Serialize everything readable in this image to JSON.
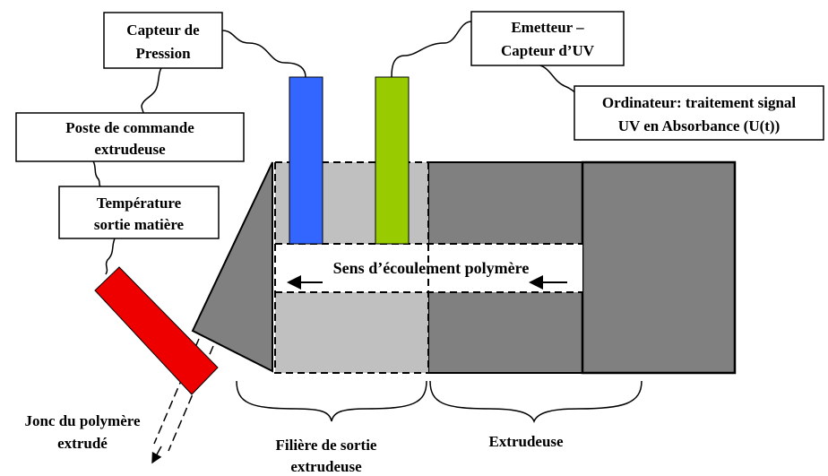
{
  "boxes": {
    "pressure_sensor": [
      "Capteur de",
      "Pression"
    ],
    "uv_emitter": [
      "Emetteur –",
      "Capteur d’UV"
    ],
    "computer": [
      "Ordinateur: traitement signal",
      "UV en Absorbance (U(t))"
    ],
    "control_station": [
      "Poste de commande",
      "extrudeuse"
    ],
    "temperature": [
      "Température",
      "sortie matière"
    ]
  },
  "flow_label": "Sens d’écoulement polymère",
  "bottom_labels": {
    "strand": [
      "Jonc du polymère",
      "extrudé"
    ],
    "die": [
      "Filière de sortie",
      "extrudeuse"
    ],
    "extruder": [
      "Extrudeuse"
    ]
  },
  "colors": {
    "pressure_probe": "#3366ff",
    "uv_probe": "#99cc00",
    "temperature_probe": "#ee0000",
    "die_fill": "#c0c0c0",
    "extruder_fill": "#808080",
    "cone_fill": "#808080"
  }
}
